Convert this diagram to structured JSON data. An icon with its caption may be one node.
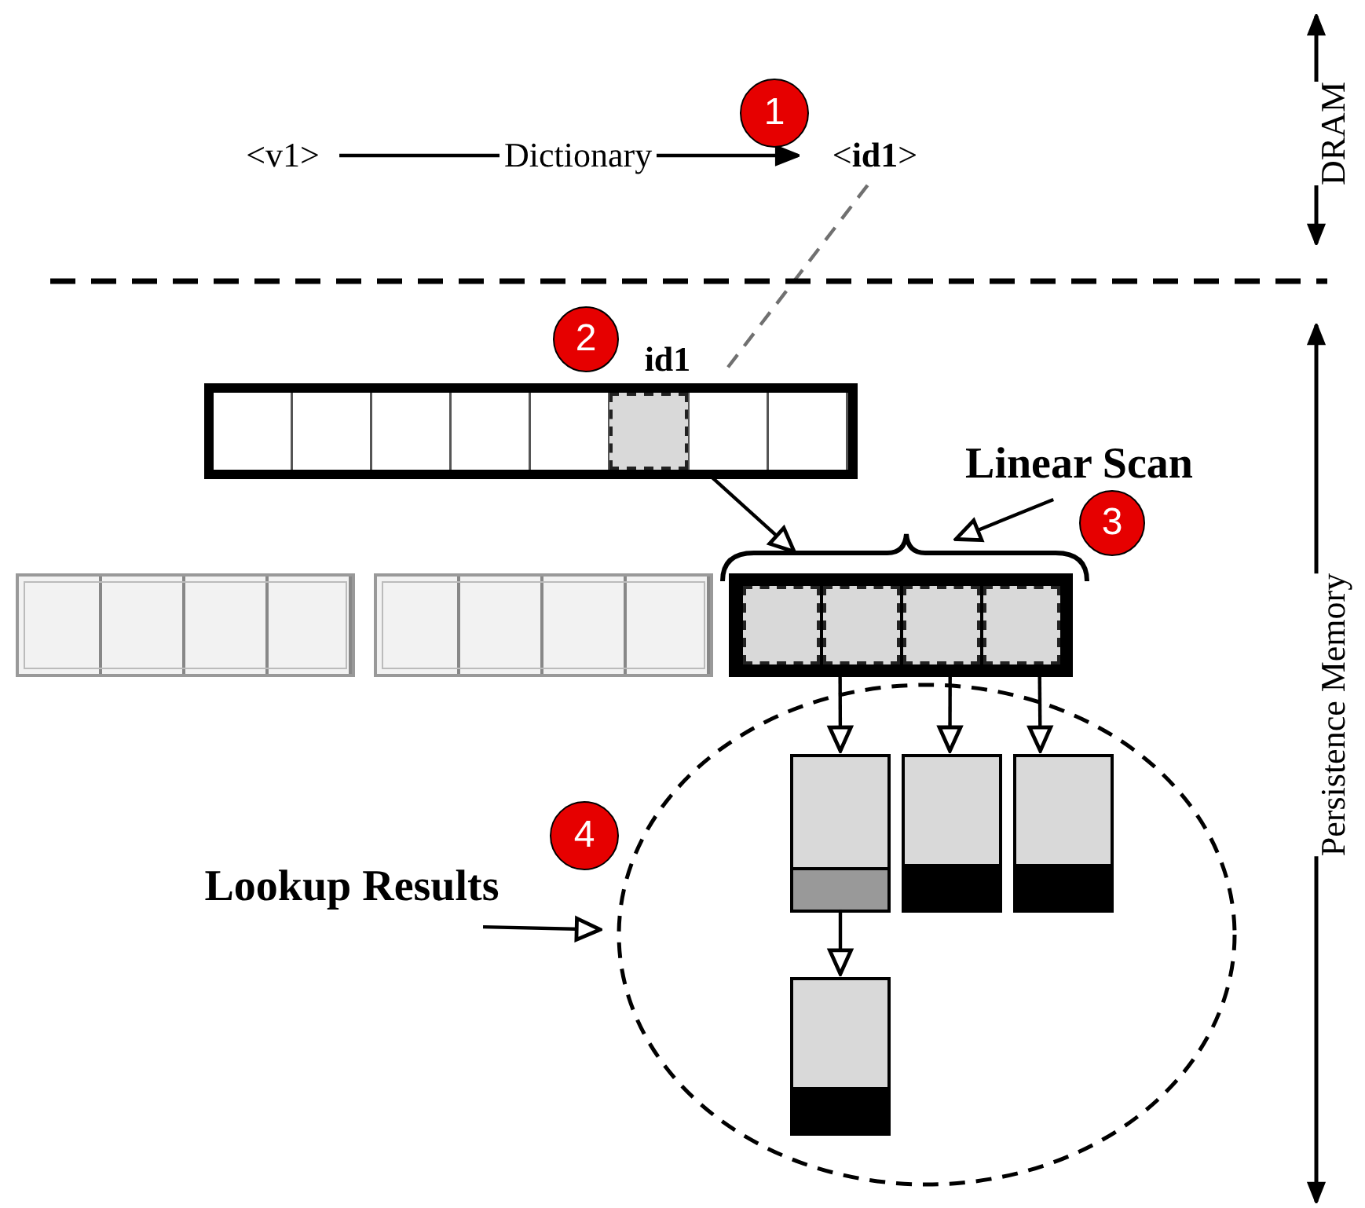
{
  "diagram": {
    "nodes": [
      {
        "text": [
          "1"
        ]
      },
      {
        "text": [
          "<v1>"
        ]
      },
      {
        "text": [
          "<**id1**>"
        ]
      },
      {
        "text": [
          "2"
        ]
      },
      {
        "text": [
          "id1"
        ]
      },
      {
        "text": [],
        "shape": "bar"
      },
      {
        "text": [],
        "shape": "box",
        "in": 5
      },
      {
        "text": [
          "Linear Scan"
        ]
      },
      {
        "text": [
          "3"
        ]
      },
      {
        "text": [],
        "shape": "bar"
      },
      {
        "text": [],
        "shape": "bar"
      },
      {
        "text": [],
        "shape": "bar"
      },
      {
        "text": [],
        "shape": "box",
        "in": 11
      },
      {
        "text": [],
        "shape": "box",
        "in": 11
      },
      {
        "text": [],
        "shape": "box",
        "in": 11
      },
      {
        "text": [],
        "shape": "box",
        "in": 11
      },
      {
        "text": [
          "4"
        ]
      },
      {
        "text": [
          "Lookup Results"
        ]
      },
      {
        "text": [],
        "shape": "ellipse"
      },
      {
        "text": [],
        "shape": "box",
        "in": 18
      },
      {
        "text": [],
        "shape": "box",
        "in": 18
      },
      {
        "text": [],
        "shape": "box",
        "in": 18
      },
      {
        "text": [],
        "shape": "box",
        "in": 18
      }
    ],
    "edges": [
      {
        "from": 1,
        "to": 2,
        "arrow": "to",
        "label": "Dictionary"
      },
      {
        "from": 2,
        "to": 4,
        "arrow": "none",
        "style": "dashed",
        "color": "#707070"
      },
      {
        "from": 6,
        "to": 11,
        "arrow": "to"
      },
      {
        "from": 7,
        "to": 11,
        "arrow": "to"
      },
      {
        "from": 13,
        "to": 19,
        "arrow": "to"
      },
      {
        "from": 14,
        "to": 20,
        "arrow": "to"
      },
      {
        "from": 15,
        "to": 21,
        "arrow": "to"
      },
      {
        "from": 19,
        "to": 22,
        "arrow": "to"
      },
      {
        "from": 17,
        "to": 18,
        "arrow": "to"
      }
    ],
    "labels": [
      "DRAM",
      "Persistence Memory"
    ]
  }
}
